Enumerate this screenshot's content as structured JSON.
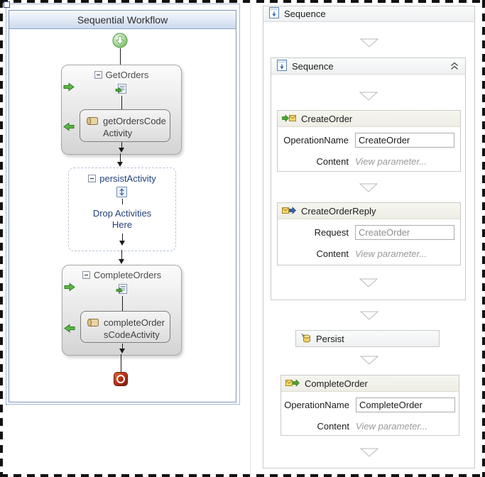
{
  "left_designer": {
    "title": "Sequential Workflow",
    "get_orders": {
      "title": "GetOrders",
      "child_label": "getOrdersCodeActivity"
    },
    "persist_activity": {
      "title": "persistActivity",
      "drop_hint": "Drop Activities Here"
    },
    "complete_orders": {
      "title": "CompleteOrders",
      "child_label": "completeOrdersCodeActivity"
    }
  },
  "right_designer": {
    "outer_sequence": {
      "title": "Sequence"
    },
    "inner_sequence": {
      "title": "Sequence"
    },
    "create_order": {
      "title": "CreateOrder",
      "operation_name_label": "OperationName",
      "operation_name_value": "CreateOrder",
      "content_label": "Content",
      "content_value": "View parameter..."
    },
    "create_order_reply": {
      "title": "CreateOrderReply",
      "request_label": "Request",
      "request_value": "CreateOrder",
      "content_label": "Content",
      "content_value": "View parameter..."
    },
    "persist": {
      "title": "Persist"
    },
    "complete_order": {
      "title": "CompleteOrder",
      "operation_name_label": "OperationName",
      "operation_name_value": "CompleteOrder",
      "content_label": "Content",
      "content_value": "View parameter..."
    }
  },
  "icons": {
    "workflow-start-icon": "green circle with white down arrow",
    "workflow-end-icon": "red rounded square with white ring",
    "collapse-minus-icon": "⊟",
    "code-activity-list-icon": "document list with green arrow",
    "scroll-icon": "parchment scroll",
    "updown-arrow-icon": "↕",
    "green-arrow-right-icon": "→",
    "green-arrow-left-icon": "←",
    "sequence-icon": "window with blue down arrow",
    "receive-icon": "green arrow into yellow envelope",
    "send-reply-icon": "yellow envelope with blue arrow",
    "receive-complete-icon": "yellow envelope with green arrow",
    "persist-database-icon": "yellow database cylinder",
    "collapse-chevron-icon": "double up chevron",
    "drop-target-icon": "hollow down triangle"
  },
  "colors": {
    "selection_border": "#4a6ea9",
    "canvas_border": "#7b97bc",
    "title_bar_top": "#f7fafd",
    "title_bar_bottom": "#ccdaed",
    "navy_text": "#24427a",
    "green_arrow": "#4aa435",
    "end_icon_red": "#b93318",
    "drop_triangle_stroke": "#b9b9b9"
  }
}
